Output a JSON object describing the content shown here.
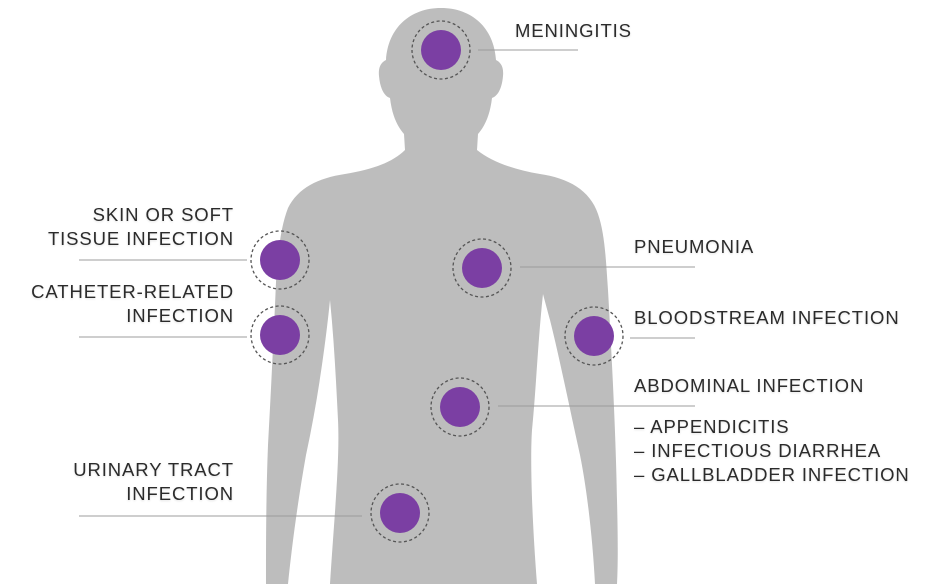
{
  "colors": {
    "body": "#bdbdbd",
    "marker": "#7b3fa3",
    "ring": "#555555",
    "leader": "#9c9c9c",
    "text": "#2b2b2b"
  },
  "labels": {
    "meningitis": "MENINGITIS",
    "skin_infection": [
      "SKIN OR SOFT",
      "TISSUE INFECTION"
    ],
    "pneumonia": "PNEUMONIA",
    "catheter_infection": [
      "CATHETER-RELATED",
      "INFECTION"
    ],
    "bloodstream_infection": "BLOODSTREAM INFECTION",
    "abdominal_infection": "ABDOMINAL INFECTION",
    "abdominal_subtypes": [
      "– APPENDICITIS",
      "– INFECTIOUS DIARRHEA",
      "– GALLBLADDER INFECTION"
    ],
    "urinary_tract_infection": [
      "URINARY TRACT",
      "INFECTION"
    ]
  },
  "markers": [
    {
      "name": "meningitis"
    },
    {
      "name": "skin-infection"
    },
    {
      "name": "pneumonia"
    },
    {
      "name": "catheter-infection"
    },
    {
      "name": "bloodstream-infection"
    },
    {
      "name": "abdominal-infection"
    },
    {
      "name": "urinary-tract-infection"
    }
  ]
}
